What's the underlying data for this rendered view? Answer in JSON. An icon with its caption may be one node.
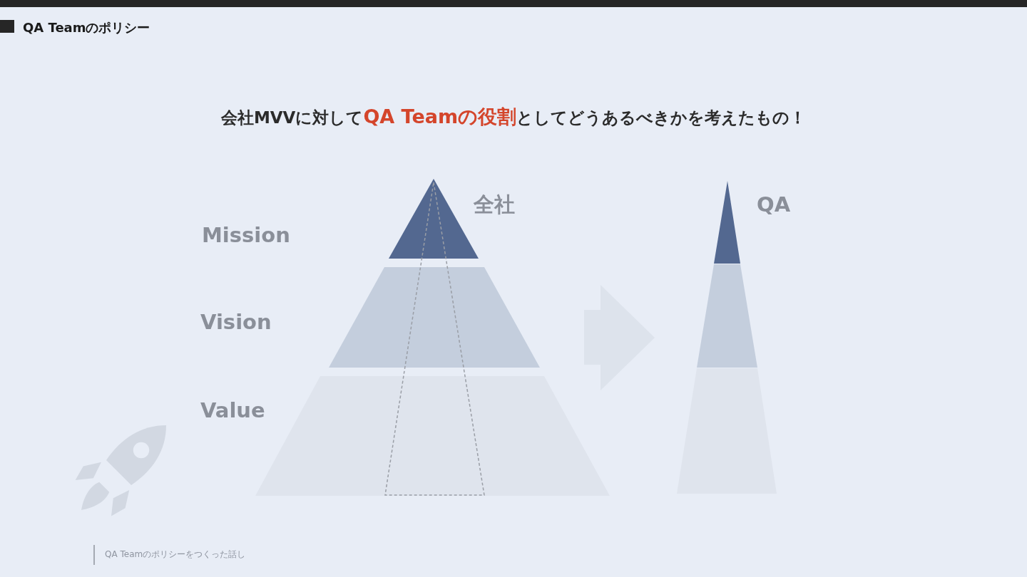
{
  "diagram": {
    "title": "QA Teamのポリシー",
    "nodes": [
      {
        "text": [],
        "shape": "triangle"
      },
      {
        "text": [],
        "shape": "triangle"
      }
    ],
    "edges": [
      {
        "from": 0,
        "to": 1,
        "arrow": "to"
      }
    ],
    "labels": [
      "会社MVVに対して**QA Teamの役割**としてどうあるべきかを考えたもの！",
      "全社",
      "QA",
      "Mission",
      "Vision",
      "Value",
      "QA Teamのポリシーをつくった話し"
    ]
  }
}
